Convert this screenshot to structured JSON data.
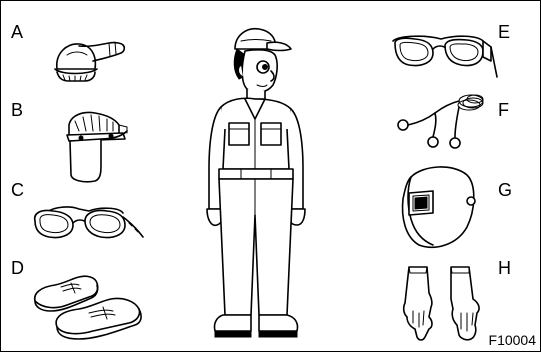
{
  "labels": {
    "a": "A",
    "b": "B",
    "c": "C",
    "d": "D",
    "e": "E",
    "f": "F",
    "g": "G",
    "h": "H"
  },
  "figure_code": "F10004",
  "items": {
    "a": "hard-hat-icon",
    "b": "face-shield-icon",
    "c": "safety-goggles-icon",
    "d": "safety-shoes-icon",
    "e": "safety-glasses-icon",
    "f": "ear-plugs-icon",
    "g": "welding-mask-icon",
    "h": "gloves-icon",
    "center": "worker-in-coveralls-icon"
  }
}
